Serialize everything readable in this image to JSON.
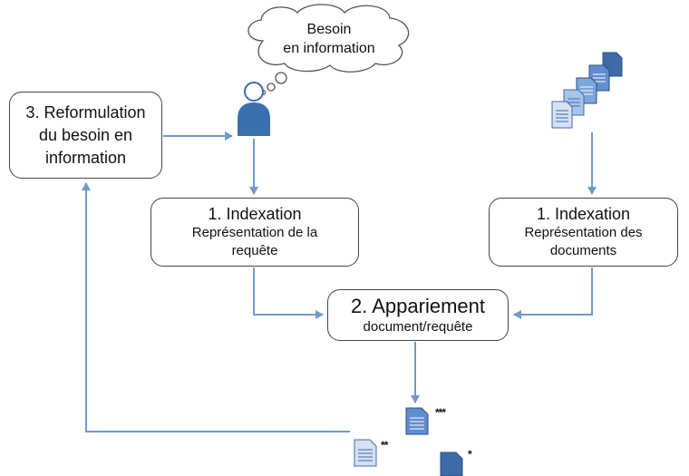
{
  "thought": {
    "line1": "Besoin",
    "line2": "en information"
  },
  "reformulation": {
    "line1": "3. Reformulation",
    "line2": "du besoin en",
    "line3": "information"
  },
  "indexation_query": {
    "title": "1.  Indexation",
    "sub1": "Représentation de la",
    "sub2": "requête"
  },
  "indexation_docs": {
    "title": "1.  Indexation",
    "sub1": "Représentation des",
    "sub2": "documents"
  },
  "matching": {
    "title": "2. Appariement",
    "sub": "document/requête"
  },
  "results": {
    "rank_a": "***",
    "rank_b": "**",
    "rank_c": "*"
  },
  "colors": {
    "arrow": "#6f9bc8",
    "doc_light": "#c9daf0",
    "doc_mid": "#7aa7dc",
    "doc_dark": "#3f6aa8",
    "person": "#3c6fae"
  }
}
